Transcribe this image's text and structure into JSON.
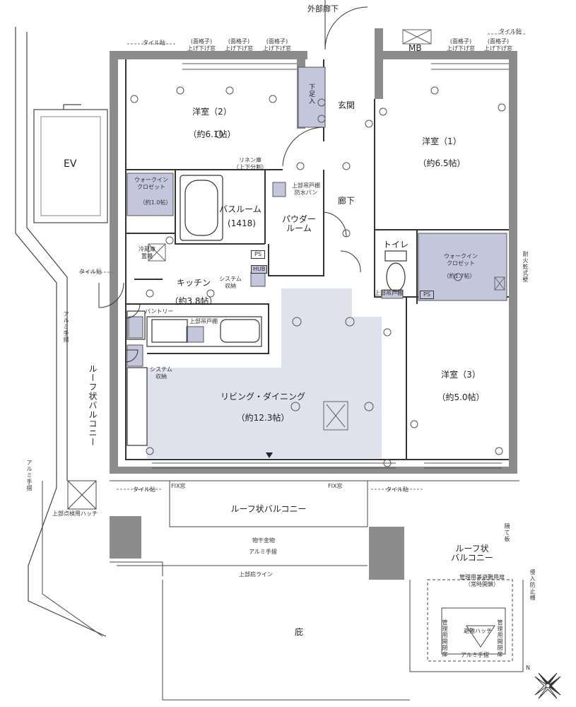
{
  "corridor": "外部廊下",
  "mb": "MB",
  "ev": "EV",
  "ps": "PS",
  "hub": "HUB",
  "entrance": "玄関",
  "shoe": "下足入",
  "hall": "廊下",
  "rooms": {
    "western2": {
      "name": "洋室（2）",
      "size": "（約6.1帖）"
    },
    "western1": {
      "name": "洋室（1）",
      "size": "（約6.5帖）"
    },
    "western3": {
      "name": "洋室（3）",
      "size": "（約5.0帖）"
    },
    "kitchen": {
      "name": "キッチン",
      "size": "（約3.8帖）"
    },
    "living": {
      "name": "リビング・ダイニング",
      "size": "（約12.3帖）"
    }
  },
  "wic_small": {
    "name": "ウォークイン\nクロゼット",
    "size": "（約1.0帖）"
  },
  "wic_large": {
    "name": "ウォークイン\nクロゼット",
    "size": "（約1.7帖）"
  },
  "linen": "リネン庫\n（上下分割）",
  "upper_cab_pan": "上部吊戸棚\n防水パン",
  "bath": {
    "name": "バスルーム",
    "size": "(1418)"
  },
  "powder": "パウダー\nルーム",
  "toilet": "トイレ",
  "upper_cab": "上部吊戸棚",
  "fridge": "冷蔵庫\n置場",
  "sys_storage1": "システム\n収納",
  "sys_storage2": "システム\n収納",
  "pantry": "パントリー",
  "lattice": [
    "(面格子)\n上げ下げ窓",
    "(面格子)\n上げ下げ窓",
    "(面格子)\n上げ下げ窓",
    "(面格子)\n上げ下げ窓",
    "(面格子)\n上げ下げ窓"
  ],
  "tile": "タイル貼",
  "fix_window": "FIX窓",
  "aluminum_rail": "アルミ手摺",
  "roof_balcony": "ルーフ状バルコニー",
  "roof_balcony_left": "ルーフ状バルコニー",
  "roof_balcony_right": "ルーフ状\nバルコニー",
  "inspection_hatch": "上部点検用ハッチ",
  "drying_hardware": "物干金物",
  "upper_eave": "上部庇ライン",
  "eave": "庇",
  "partition": "隔て板",
  "fireproof_dryer": "耐火乾式壁",
  "intrusion_fence": "侵入防止柵",
  "mgmt_door": "管理用兼避難用扉\n（常時開鎖）",
  "mgmt_door_left": "管理用開閉扉",
  "mgmt_door_right": "管理用開閉扉",
  "escape_hatch": "避難ハッチ",
  "north": "N"
}
